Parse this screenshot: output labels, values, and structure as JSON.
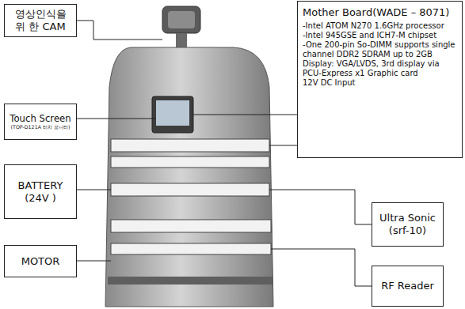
{
  "diagram": {
    "nodes": [
      {
        "text": [
          "영상인식을 위 한 CAM"
        ]
      },
      {
        "text": [
          "Touch Screen",
          "(TOP-D121A 터치 모니터)"
        ]
      },
      {
        "text": [
          "BATTERY (24V )"
        ]
      },
      {
        "text": [
          "MOTOR"
        ]
      },
      {
        "text": [
          "Mother Board(WADE – 8071)",
          "-Intel ATOM N270 1.6GHz processor",
          "-Intel 945GSE and ICH7-M chipset",
          "-One 200-pin So-DIMM supports single channel DDR2 SDRAM up to 2GB",
          "Display: VGA/LVDS, 3rd display via PCU-Express x1 Graphic card",
          "12V DC Input"
        ]
      },
      {
        "text": [
          "Ultra Sonic (srf-10)"
        ]
      },
      {
        "text": [
          "RF Reader"
        ]
      }
    ]
  }
}
